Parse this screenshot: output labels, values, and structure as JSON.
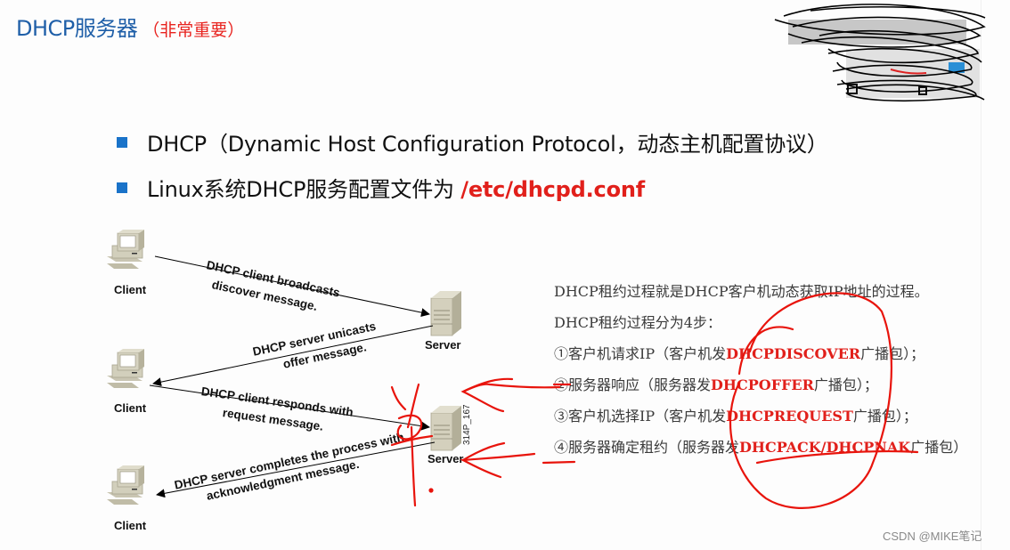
{
  "slide": {
    "title": "DHCP服务器",
    "title_note": "（非常重要）",
    "colors": {
      "title": "#1f5fa8",
      "accent_red": "#e1201b",
      "bullet": "#1a73c9"
    },
    "bullets": [
      {
        "text": "DHCP（Dynamic Host Configuration Protocol，动态主机配置协议）"
      },
      {
        "text_prefix": "Linux系统DHCP服务配置文件为 ",
        "highlight": "/etc/dhcpd.conf"
      }
    ]
  },
  "diagram": {
    "nodes": {
      "client_1": "Client",
      "client_2": "Client",
      "client_3": "Client",
      "server_1": "Server",
      "server_2": "Server",
      "figure_code": "314P_167"
    },
    "messages": [
      {
        "line1": "DHCP client broadcasts",
        "line2": "discover message."
      },
      {
        "line1": "DHCP server unicasts",
        "line2": "offer message."
      },
      {
        "line1": "DHCP client responds with",
        "line2": "request message."
      },
      {
        "line1": "DHCP server completes the process with",
        "line2": "acknowledgment message."
      }
    ]
  },
  "notes": {
    "intro": "DHCP租约过程就是DHCP客户机动态获取IP地址的过程。",
    "steps_header": "DHCP租约过程分为4步：",
    "steps": [
      {
        "prefix": "①客户机请求IP（客户机发",
        "keyword": "DHCPDISCOVER",
        "suffix": "广播包）；"
      },
      {
        "prefix": "②服务器响应（服务器发",
        "keyword": "DHCPOFFER",
        "suffix": "广播包）；"
      },
      {
        "prefix": "③客户机选择IP（客户机发",
        "keyword": "DHCPREQUEST",
        "suffix": "广播包）；"
      },
      {
        "prefix": "④服务器确定租约（服务器发",
        "keyword": "DHCPACK/DHCPNAK",
        "suffix": "广播包）"
      }
    ]
  },
  "watermark": "CSDN @MIKE笔记"
}
